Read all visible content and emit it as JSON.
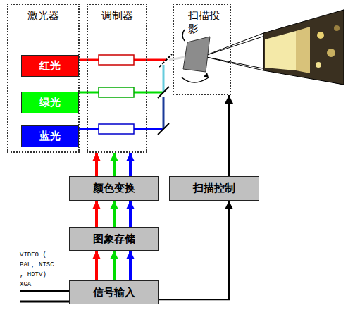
{
  "diagram": {
    "nodes": [
      {
        "text": [
          "激光器"
        ]
      },
      {
        "text": [
          "红光"
        ],
        "in": 0
      },
      {
        "text": [
          "绿光"
        ],
        "in": 0
      },
      {
        "text": [
          "蓝光"
        ],
        "in": 0
      },
      {
        "text": [
          "调制器"
        ]
      },
      {
        "text": [
          "扫描投影"
        ]
      },
      {
        "text": [
          "颜色变换"
        ]
      },
      {
        "text": [
          "扫描控制"
        ]
      },
      {
        "text": [
          "图象存储"
        ]
      },
      {
        "text": [
          "信号输入"
        ]
      }
    ],
    "edges": [
      {
        "from": 9,
        "to": 8,
        "arrow": "to"
      },
      {
        "from": 9,
        "to": 8,
        "arrow": "to"
      },
      {
        "from": 9,
        "to": 8,
        "arrow": "to"
      },
      {
        "from": 8,
        "to": 6,
        "arrow": "to"
      },
      {
        "from": 8,
        "to": 6,
        "arrow": "to"
      },
      {
        "from": 8,
        "to": 6,
        "arrow": "to"
      },
      {
        "from": 6,
        "to": 4,
        "arrow": "to"
      },
      {
        "from": 6,
        "to": 4,
        "arrow": "to"
      },
      {
        "from": 6,
        "to": 4,
        "arrow": "to"
      },
      {
        "from": 9,
        "to": 7,
        "arrow": "to"
      },
      {
        "from": 7,
        "to": 5,
        "arrow": "to"
      }
    ],
    "labels": [
      "VIDEO ( PAL, NTSC , HDTV)",
      "XGA"
    ]
  }
}
